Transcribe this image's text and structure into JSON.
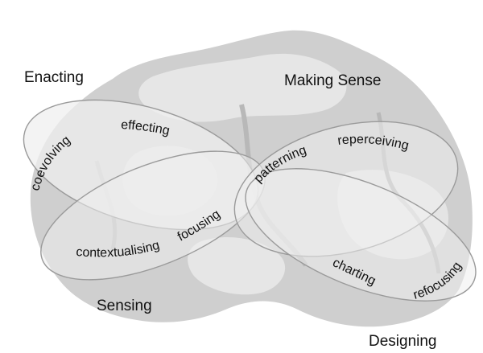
{
  "diagram": {
    "quadrants": [
      "Enacting",
      "Making Sense",
      "Sensing",
      "Designing"
    ],
    "processes": [
      "coevolving",
      "effecting",
      "patterning",
      "reperceiving",
      "contextualising",
      "focusing",
      "charting",
      "refocusing"
    ]
  },
  "colors": {
    "blob": "#c9c9c9",
    "blob_light": "#e2e2e2",
    "loop_fill": "#ececec",
    "loop_stroke": "#9a9a9a",
    "text": "#111111"
  }
}
